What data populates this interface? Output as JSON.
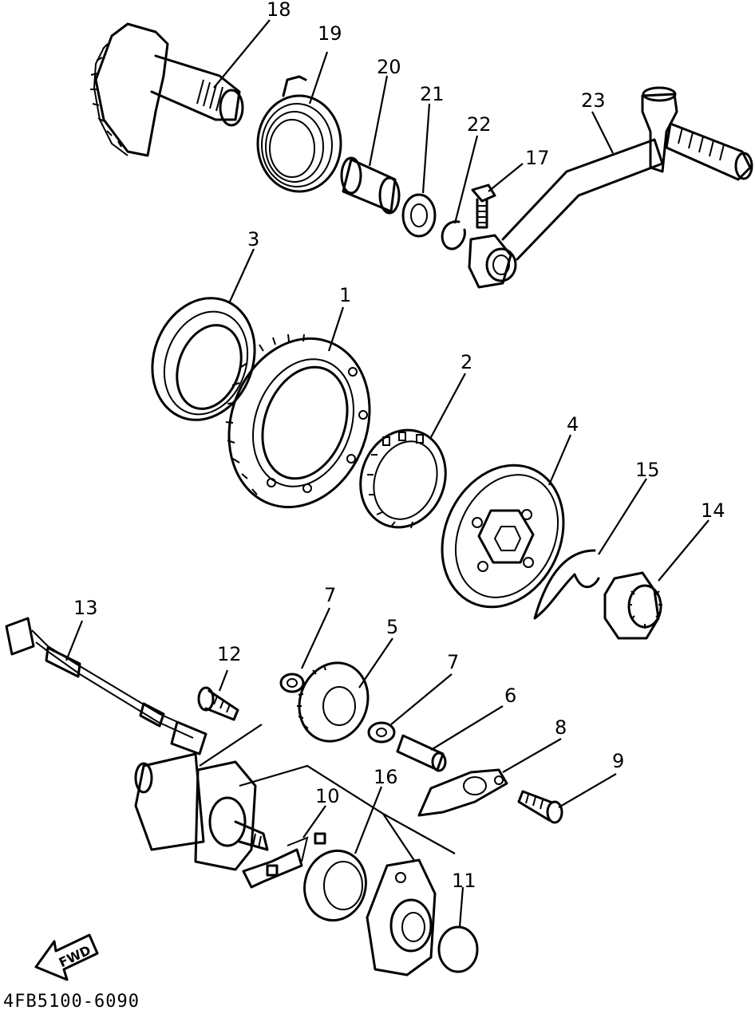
{
  "diagram_code": "4FB5100-6090",
  "direction_label": "FWD",
  "callouts": [
    "1",
    "2",
    "3",
    "4",
    "5",
    "6",
    "7",
    "7",
    "8",
    "9",
    "10",
    "11",
    "12",
    "13",
    "14",
    "15",
    "16",
    "17",
    "18",
    "19",
    "20",
    "21",
    "22",
    "23"
  ]
}
